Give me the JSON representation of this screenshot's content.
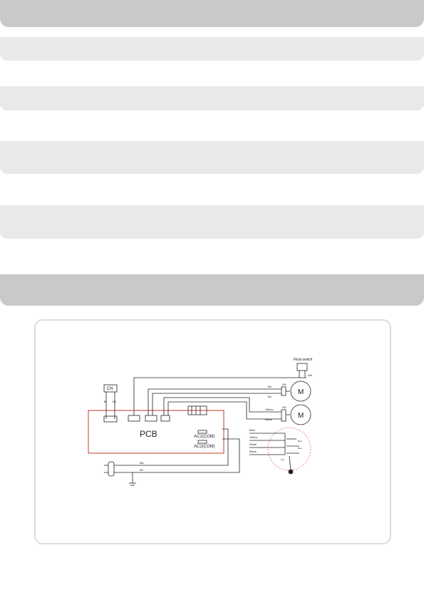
{
  "diagram": {
    "float_switch_label": "Float switch",
    "cn_label": "CN",
    "pcb_label": "PCB",
    "ac1_label": "AC1(COM)",
    "ac2_label": "AC2(COM)",
    "motor_symbol": "M",
    "wires": {
      "bl": "Bl",
      "re": "Re",
      "wh": "Wh",
      "bu_plug": "Blu",
      "re_plug": "Re",
      "re_motor": "Re",
      "bu_motor": "Bu",
      "yellow1": "Yellow",
      "black1": "Black",
      "blue": "Blue",
      "yellow2": "Yellow",
      "white": "White",
      "black2": "Black"
    },
    "motor_pins": {
      "m1_top": "2M",
      "m2_top": "2M"
    },
    "capacitor_labels": {
      "c1": "Red",
      "c2": "Red",
      "c3": "2uF"
    },
    "colors": {
      "pcb_outline": "#c0392b",
      "sensor_circle": "#e06666"
    }
  }
}
